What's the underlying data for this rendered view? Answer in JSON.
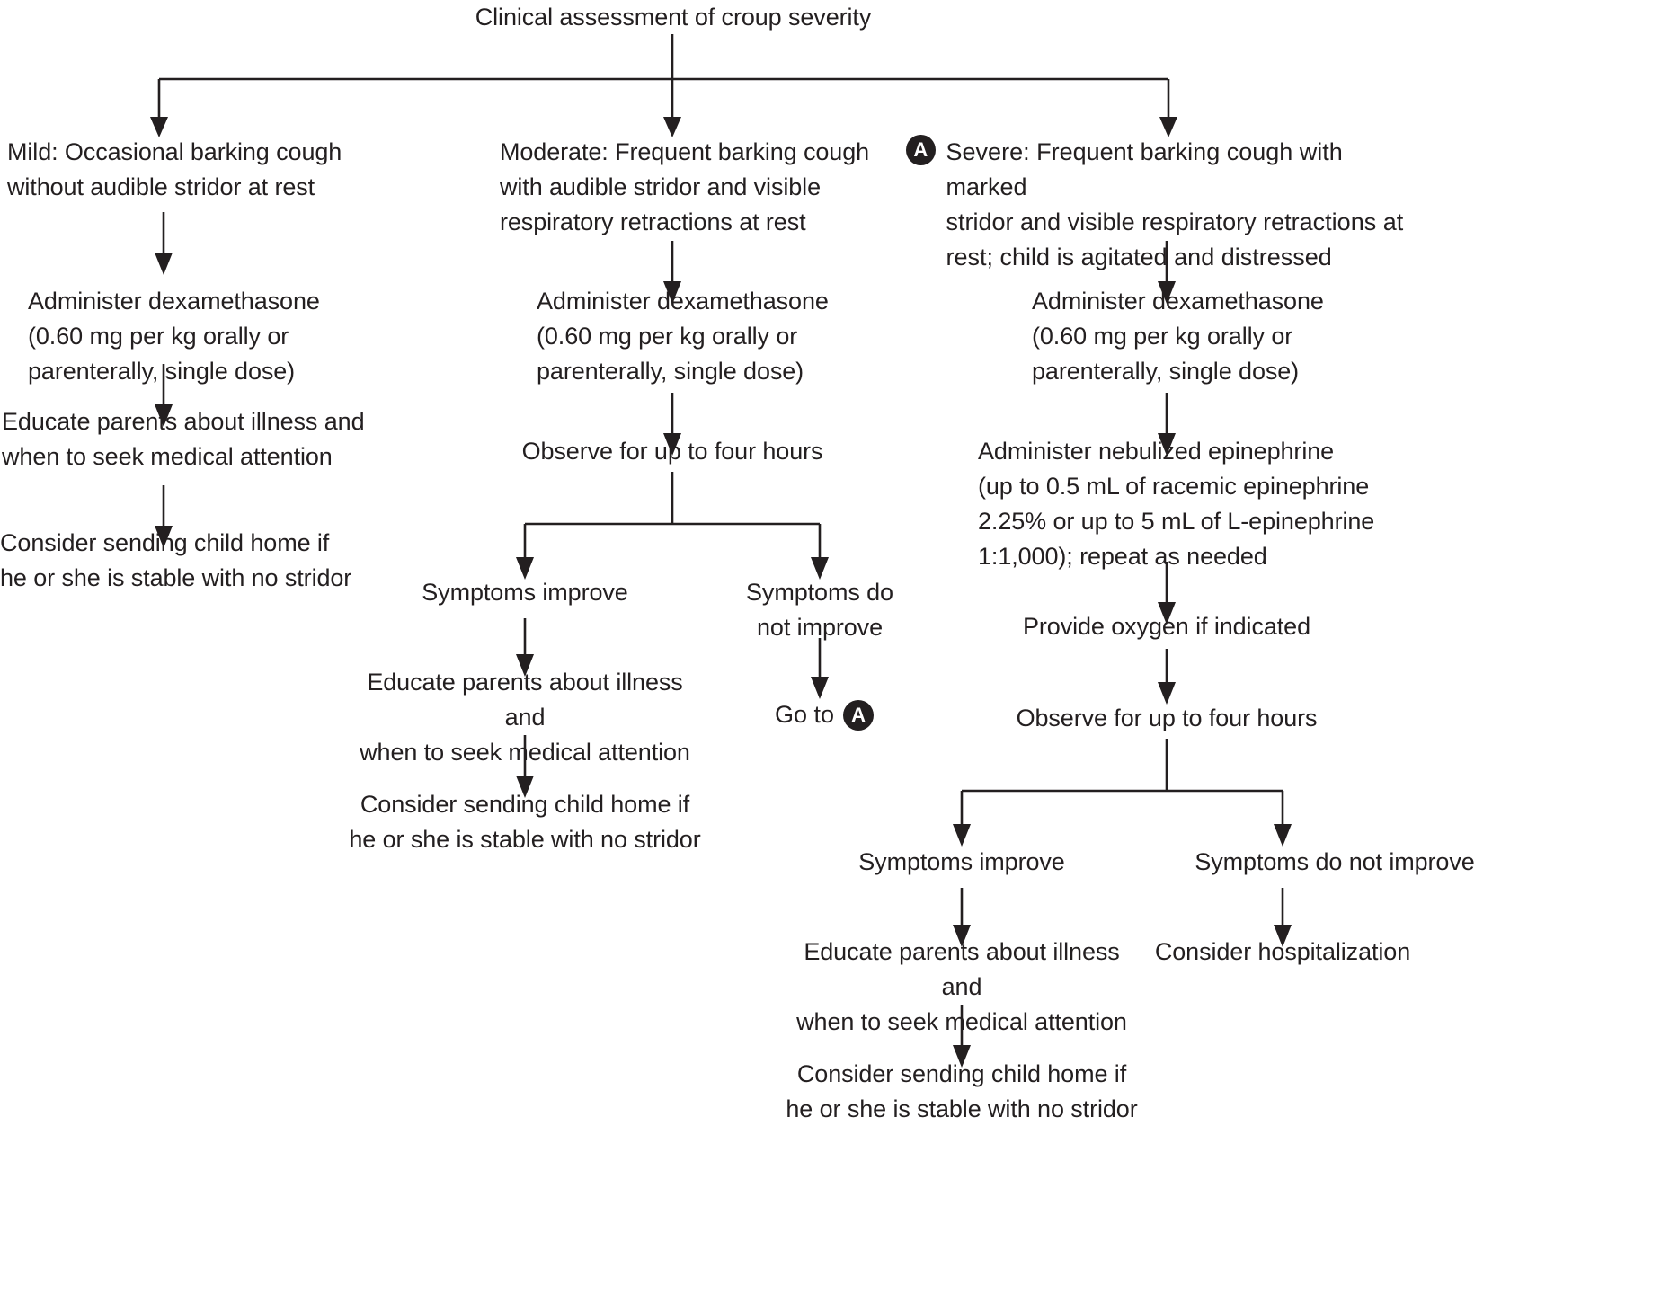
{
  "diagram": {
    "title": "Clinical assessment of croup severity",
    "marker_letter": "A",
    "line_color": "#231f20"
  },
  "mild": {
    "severity": "Mild: Occasional barking cough\nwithout audible stridor at rest",
    "dexamethasone": "Administer dexamethasone\n(0.60 mg per kg orally or\nparenterally, single dose)",
    "educate": "Educate parents about illness and\nwhen to seek medical attention",
    "discharge": "Consider sending child home if\nhe or she is stable with no stridor"
  },
  "moderate": {
    "severity": "Moderate: Frequent barking cough\nwith audible stridor and visible\nrespiratory retractions at rest",
    "dexamethasone": "Administer dexamethasone\n(0.60 mg per kg orally or\nparenterally, single dose)",
    "observe": "Observe for up to four hours",
    "improve_label": "Symptoms improve",
    "not_improve_label": "Symptoms do\nnot improve",
    "educate": "Educate parents about illness and\nwhen to seek medical attention",
    "discharge": "Consider sending child home if\nhe or she is stable with no stridor",
    "goto_text": "Go to"
  },
  "severe": {
    "severity": "Severe: Frequent barking cough with marked\nstridor and visible respiratory retractions at\nrest; child is agitated and distressed",
    "dexamethasone": "Administer dexamethasone\n(0.60 mg per kg orally or\nparenterally, single dose)",
    "epinephrine": "Administer nebulized epinephrine\n(up to 0.5 mL of racemic epinephrine\n2.25% or up to 5 mL of L-epinephrine\n1:1,000); repeat as needed",
    "oxygen": "Provide oxygen if indicated",
    "observe": "Observe for up to four hours",
    "improve_label": "Symptoms improve",
    "not_improve_label": "Symptoms do not improve",
    "educate": "Educate parents about illness and\nwhen to seek medical attention",
    "discharge": "Consider sending child home if\nhe or she is stable with no stridor",
    "hospitalize": "Consider hospitalization"
  }
}
